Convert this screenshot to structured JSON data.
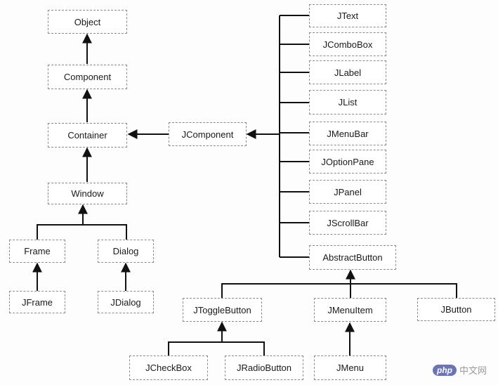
{
  "nodes": {
    "object": "Object",
    "component": "Component",
    "container": "Container",
    "window": "Window",
    "frame": "Frame",
    "dialog": "Dialog",
    "jframe": "JFrame",
    "jdialog": "JDialog",
    "jcomponent": "JComponent",
    "jtext": "JText",
    "jcombobox": "JComboBox",
    "jlabel": "JLabel",
    "jlist": "JList",
    "jmenubar": "JMenuBar",
    "joptionpane": "JOptionPane",
    "jpanel": "JPanel",
    "jscrollbar": "JScrollBar",
    "abstractbutton": "AbstractButton",
    "jtogglebutton": "JToggleButton",
    "jmenuitem": "JMenuItem",
    "jbutton": "JButton",
    "jcheckbox": "JCheckBox",
    "jradiobutton": "JRadioButton",
    "jmenu": "JMenu"
  },
  "edges": [
    {
      "from": "component",
      "to": "object"
    },
    {
      "from": "container",
      "to": "component"
    },
    {
      "from": "window",
      "to": "container"
    },
    {
      "from": "frame",
      "to": "window"
    },
    {
      "from": "dialog",
      "to": "window"
    },
    {
      "from": "jframe",
      "to": "frame"
    },
    {
      "from": "jdialog",
      "to": "dialog"
    },
    {
      "from": "jcomponent",
      "to": "container"
    },
    {
      "from": "jtext",
      "to": "jcomponent"
    },
    {
      "from": "jcombobox",
      "to": "jcomponent"
    },
    {
      "from": "jlabel",
      "to": "jcomponent"
    },
    {
      "from": "jlist",
      "to": "jcomponent"
    },
    {
      "from": "jmenubar",
      "to": "jcomponent"
    },
    {
      "from": "joptionpane",
      "to": "jcomponent"
    },
    {
      "from": "jpanel",
      "to": "jcomponent"
    },
    {
      "from": "jscrollbar",
      "to": "jcomponent"
    },
    {
      "from": "abstractbutton",
      "to": "jcomponent"
    },
    {
      "from": "jtogglebutton",
      "to": "abstractbutton"
    },
    {
      "from": "jmenuitem",
      "to": "abstractbutton"
    },
    {
      "from": "jbutton",
      "to": "abstractbutton"
    },
    {
      "from": "jcheckbox",
      "to": "jtogglebutton"
    },
    {
      "from": "jradiobutton",
      "to": "jtogglebutton"
    },
    {
      "from": "jmenu",
      "to": "jmenuitem"
    }
  ],
  "watermark": {
    "logo": "php",
    "text": "中文网"
  },
  "colors": {
    "line": "#111111",
    "box_border": "#8a8a8a"
  }
}
